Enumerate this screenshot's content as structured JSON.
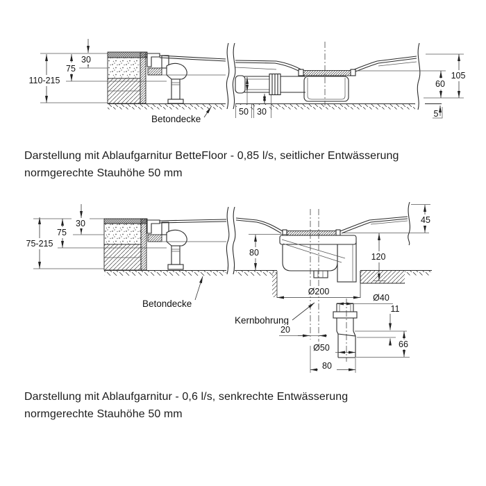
{
  "figure1": {
    "caption": [
      "Darstellung mit Ablaufgarnitur BetteFloor - 0,85 l/s, seitlicher Entwässerung",
      "normgerechte Stauhöhe 50 mm"
    ],
    "labels": {
      "betondecke": "Betondecke"
    },
    "dimensions": {
      "build_height": "110-215",
      "floor_structure": "75",
      "top_layer": "30",
      "pipe_diameter": "50",
      "pipe_clearance": "30",
      "overall_height": "105",
      "body_height": "60",
      "base_gap": "5"
    }
  },
  "figure2": {
    "caption": [
      "Darstellung mit Ablaufgarnitur - 0,6 l/s, senkrechte Entwässerung",
      "normgerechte Stauhöhe 50 mm"
    ],
    "labels": {
      "betondecke": "Betondecke",
      "kernbohrung": "Kernbohrung"
    },
    "dimensions": {
      "build_height": "75-215",
      "floor_structure": "75",
      "top_layer": "30",
      "rim_to_waste": "45",
      "waste_depth": "80",
      "outlet_depth": "120",
      "core_hole_diameter": "Ø200",
      "outlet_diameter": "Ø40",
      "offset_step": "11",
      "center_offset": "20",
      "pipe_diameter": "Ø50",
      "elbow_height": "66",
      "elbow_length": "80"
    }
  }
}
